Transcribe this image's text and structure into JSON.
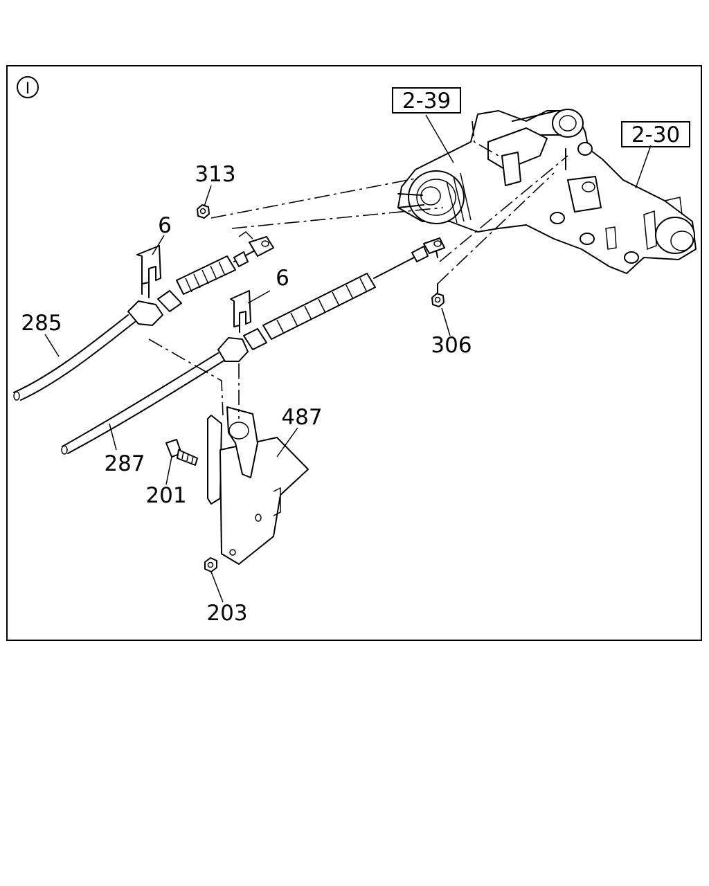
{
  "figure": {
    "view_marker": "Ⅰ",
    "callouts": {
      "ref_2_39": "2-39",
      "ref_2_30": "2-30",
      "p313": "313",
      "p6_left": "6",
      "p6_right": "6",
      "p285": "285",
      "p306": "306",
      "p487": "487",
      "p287": "287",
      "p201": "201",
      "p203": "203"
    }
  }
}
